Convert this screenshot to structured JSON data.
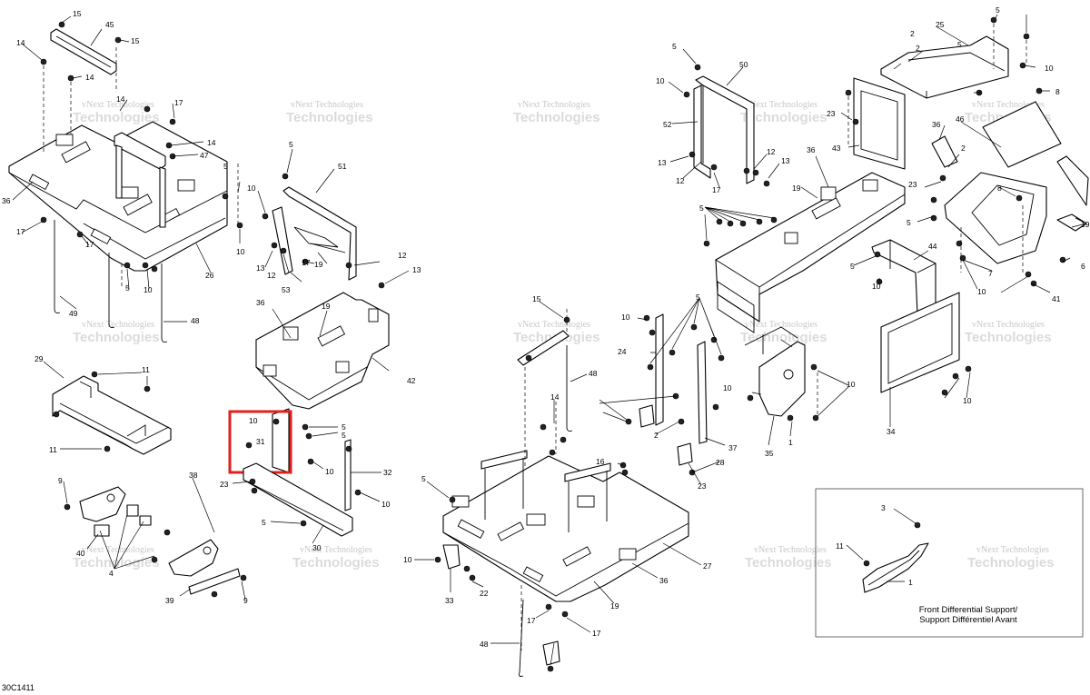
{
  "diagram_code": "30C1411",
  "watermark": {
    "line1": "vNext Technologies",
    "line2": "Technologies"
  },
  "inset_caption": {
    "line1": "Front Differential Support/",
    "line2": "Support Différentiel Avant"
  },
  "highlight": {
    "color": "#e0201c",
    "callout": "31"
  },
  "callouts": [
    {
      "id": "c1",
      "label": "15"
    },
    {
      "id": "c2",
      "label": "45"
    },
    {
      "id": "c3",
      "label": "15"
    },
    {
      "id": "c4",
      "label": "14"
    },
    {
      "id": "c5",
      "label": "14"
    },
    {
      "id": "c6",
      "label": "14"
    },
    {
      "id": "c7",
      "label": "17"
    },
    {
      "id": "c8",
      "label": "14"
    },
    {
      "id": "c9",
      "label": "47"
    },
    {
      "id": "c10",
      "label": "36"
    },
    {
      "id": "c11",
      "label": "5"
    },
    {
      "id": "c12",
      "label": "17"
    },
    {
      "id": "c13",
      "label": "17"
    },
    {
      "id": "c14",
      "label": "10"
    },
    {
      "id": "c15",
      "label": "26"
    },
    {
      "id": "c16",
      "label": "5"
    },
    {
      "id": "c17",
      "label": "10"
    },
    {
      "id": "c18",
      "label": "49"
    },
    {
      "id": "c19",
      "label": "48"
    },
    {
      "id": "c20",
      "label": "5"
    },
    {
      "id": "c21",
      "label": "51"
    },
    {
      "id": "c22",
      "label": "10"
    },
    {
      "id": "c23",
      "label": "19"
    },
    {
      "id": "c24",
      "label": "13"
    },
    {
      "id": "c25",
      "label": "12"
    },
    {
      "id": "c26",
      "label": "17"
    },
    {
      "id": "c27",
      "label": "53"
    },
    {
      "id": "c28",
      "label": "12"
    },
    {
      "id": "c29",
      "label": "13"
    },
    {
      "id": "c30",
      "label": "36"
    },
    {
      "id": "c31",
      "label": "19"
    },
    {
      "id": "c32",
      "label": "42"
    },
    {
      "id": "c33",
      "label": "29"
    },
    {
      "id": "c34",
      "label": "11"
    },
    {
      "id": "c35",
      "label": "11"
    },
    {
      "id": "c36",
      "label": "10"
    },
    {
      "id": "c37",
      "label": "5"
    },
    {
      "id": "c38",
      "label": "31"
    },
    {
      "id": "c39",
      "label": "5"
    },
    {
      "id": "c40",
      "label": "10"
    },
    {
      "id": "c41",
      "label": "32"
    },
    {
      "id": "c42",
      "label": "23"
    },
    {
      "id": "c43",
      "label": "10"
    },
    {
      "id": "c44",
      "label": "5"
    },
    {
      "id": "c45",
      "label": "30"
    },
    {
      "id": "c46",
      "label": "9"
    },
    {
      "id": "c47",
      "label": "38"
    },
    {
      "id": "c48",
      "label": "40"
    },
    {
      "id": "c49",
      "label": "4"
    },
    {
      "id": "c50",
      "label": "39"
    },
    {
      "id": "c51",
      "label": "9"
    },
    {
      "id": "c52",
      "label": "15"
    },
    {
      "id": "c53",
      "label": "48"
    },
    {
      "id": "c54",
      "label": "14"
    },
    {
      "id": "c55",
      "label": "16"
    },
    {
      "id": "c56",
      "label": "5"
    },
    {
      "id": "c57",
      "label": "27"
    },
    {
      "id": "c58",
      "label": "10"
    },
    {
      "id": "c59",
      "label": "33"
    },
    {
      "id": "c60",
      "label": "22"
    },
    {
      "id": "c61",
      "label": "36"
    },
    {
      "id": "c62",
      "label": "19"
    },
    {
      "id": "c63",
      "label": "17"
    },
    {
      "id": "c64",
      "label": "17"
    },
    {
      "id": "c65",
      "label": "48"
    },
    {
      "id": "c66",
      "label": "5"
    },
    {
      "id": "c67",
      "label": "50"
    },
    {
      "id": "c68",
      "label": "10"
    },
    {
      "id": "c69",
      "label": "52"
    },
    {
      "id": "c70",
      "label": "13"
    },
    {
      "id": "c71",
      "label": "12"
    },
    {
      "id": "c72",
      "label": "17"
    },
    {
      "id": "c73",
      "label": "12"
    },
    {
      "id": "c74",
      "label": "13"
    },
    {
      "id": "c75",
      "label": "25"
    },
    {
      "id": "c76",
      "label": "5"
    },
    {
      "id": "c77",
      "label": "2"
    },
    {
      "id": "c78",
      "label": "10"
    },
    {
      "id": "c79",
      "label": "8"
    },
    {
      "id": "c80",
      "label": "23"
    },
    {
      "id": "c81",
      "label": "43"
    },
    {
      "id": "c82",
      "label": "36"
    },
    {
      "id": "c83",
      "label": "46"
    },
    {
      "id": "c84",
      "label": "2"
    },
    {
      "id": "c85",
      "label": "36"
    },
    {
      "id": "c86",
      "label": "19"
    },
    {
      "id": "c87",
      "label": "23"
    },
    {
      "id": "c88",
      "label": "8"
    },
    {
      "id": "c89",
      "label": "5"
    },
    {
      "id": "c90",
      "label": "5"
    },
    {
      "id": "c91",
      "label": "44"
    },
    {
      "id": "c92",
      "label": "10"
    },
    {
      "id": "c93",
      "label": "19"
    },
    {
      "id": "c94",
      "label": "7"
    },
    {
      "id": "c95",
      "label": "6"
    },
    {
      "id": "c96",
      "label": "10"
    },
    {
      "id": "c97",
      "label": "41"
    },
    {
      "id": "c98",
      "label": "10"
    },
    {
      "id": "c99",
      "label": "5"
    },
    {
      "id": "c100",
      "label": "24"
    },
    {
      "id": "c101",
      "label": "5"
    },
    {
      "id": "c102",
      "label": "10"
    },
    {
      "id": "c103",
      "label": "2"
    },
    {
      "id": "c104",
      "label": "37"
    },
    {
      "id": "c105",
      "label": "28"
    },
    {
      "id": "c106",
      "label": "23"
    },
    {
      "id": "c107",
      "label": "35"
    },
    {
      "id": "c108",
      "label": "1"
    },
    {
      "id": "c109",
      "label": "10"
    },
    {
      "id": "c110",
      "label": "10"
    },
    {
      "id": "c111",
      "label": "34"
    },
    {
      "id": "c112",
      "label": "3"
    },
    {
      "id": "c113",
      "label": "11"
    },
    {
      "id": "c114",
      "label": "1"
    },
    {
      "id": "c115",
      "label": "2"
    },
    {
      "id": "c116",
      "label": "5"
    }
  ]
}
